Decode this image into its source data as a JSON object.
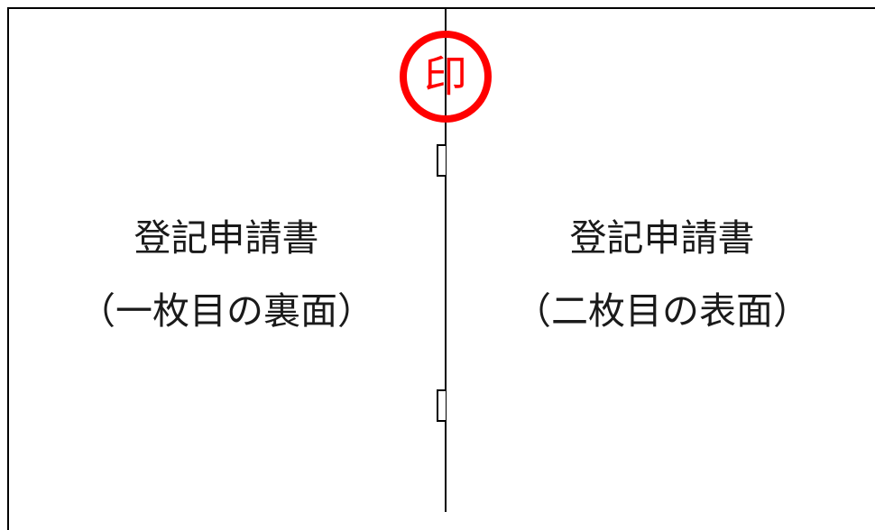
{
  "left_page": {
    "title": "登記申請書",
    "subtitle": "（一枚目の裏面）"
  },
  "right_page": {
    "title": "登記申請書",
    "subtitle": "（二枚目の表面）"
  },
  "seal": {
    "character": "印",
    "color": "#ff0000"
  }
}
